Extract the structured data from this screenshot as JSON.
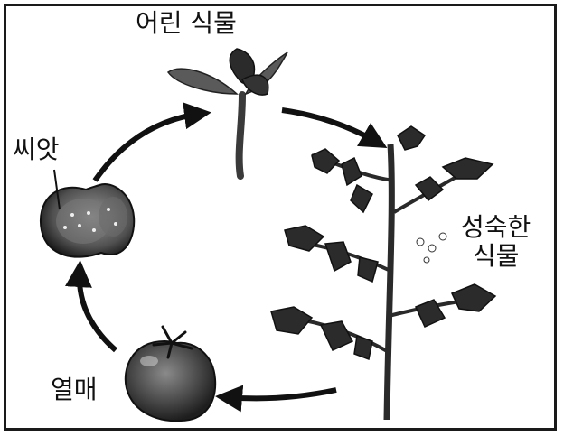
{
  "labels": {
    "young_plant": "어린 식물",
    "seed": "씨앗",
    "mature_plant_line1": "성숙한",
    "mature_plant_line2": "식물",
    "fruit": "열매"
  },
  "colors": {
    "frame": "#1a1a1a",
    "arrow": "#111111",
    "plant_dark": "#2b2b2b",
    "tomato_body": "#4a4a4a"
  },
  "icons": [
    "seed-tomato-icon",
    "young-plant-icon",
    "mature-plant-icon",
    "tomato-fruit-icon"
  ]
}
